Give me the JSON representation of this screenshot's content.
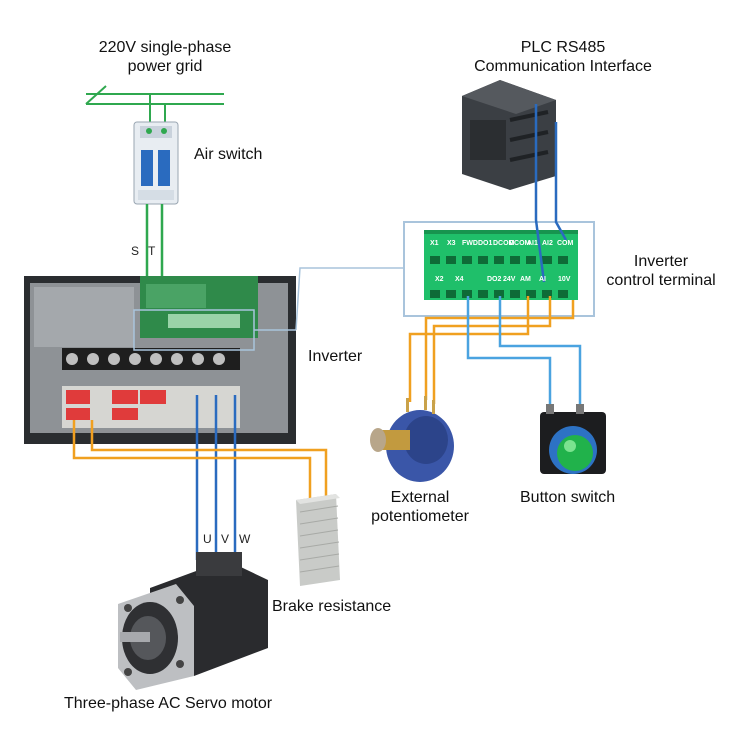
{
  "labels": {
    "grid_line1": "220V single-phase",
    "grid_line2": "power grid",
    "air_switch": "Air switch",
    "plc_line1": "PLC RS485",
    "plc_line2": "Communication Interface",
    "control_line1": "Inverter",
    "control_line2": "control terminal",
    "inverter": "Inverter",
    "pot_line1": "External",
    "pot_line2": "potentiometer",
    "button_switch": "Button switch",
    "brake": "Brake resistance",
    "motor": "Three-phase AC Servo motor"
  },
  "phase_inputs": {
    "s": "S",
    "t": "T"
  },
  "motor_phases": {
    "u": "U",
    "v": "V",
    "w": "W"
  },
  "terminals_top": [
    "X1",
    "X3",
    "FWD",
    "DO1",
    "DCOM",
    "DCOM",
    "AI1",
    "AI2",
    "COM"
  ],
  "terminals_bottom": [
    "X2",
    "X4",
    "DO2",
    "24V",
    "AM",
    "AI",
    "10V"
  ],
  "colors": {
    "wire_green": "#2fa84f",
    "wire_blue": "#2a6bbf",
    "wire_orange": "#f0a020",
    "wire_lightblue": "#4aa3e0",
    "terminal_green": "#1fbf6a",
    "box_border": "#a9c4dc"
  }
}
